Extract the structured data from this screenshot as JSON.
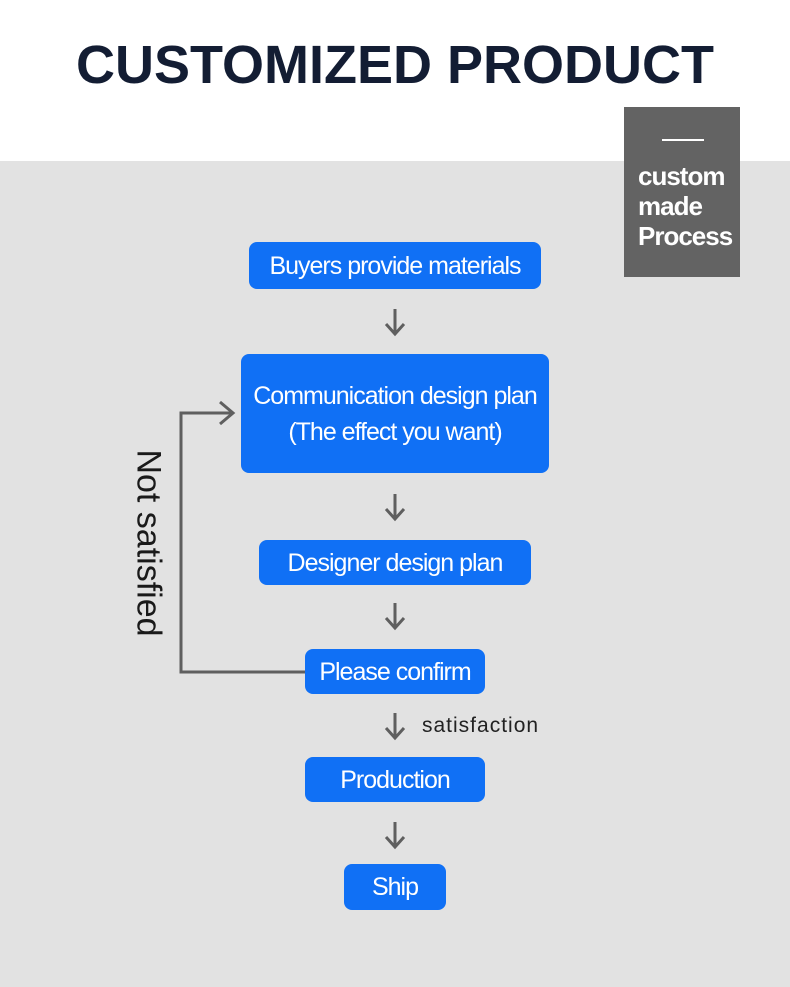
{
  "title": "CUSTOMIZED PRODUCT",
  "tag": {
    "lines": [
      "custom",
      "made",
      "Process"
    ]
  },
  "steps": {
    "buyers": "Buyers provide materials",
    "communication_line1": "Communication design plan",
    "communication_line2": "(The effect you want)",
    "designer": "Designer design plan",
    "confirm": "Please confirm",
    "production": "Production",
    "ship": "Ship"
  },
  "labels": {
    "not_satisfied": "Not satisfied",
    "satisfaction": "satisfaction"
  },
  "colors": {
    "step_box": "#1070f5",
    "background_panel": "#e2e2e2",
    "tag_background": "#636363",
    "arrow": "#5f5f5f",
    "title": "#131d33"
  }
}
